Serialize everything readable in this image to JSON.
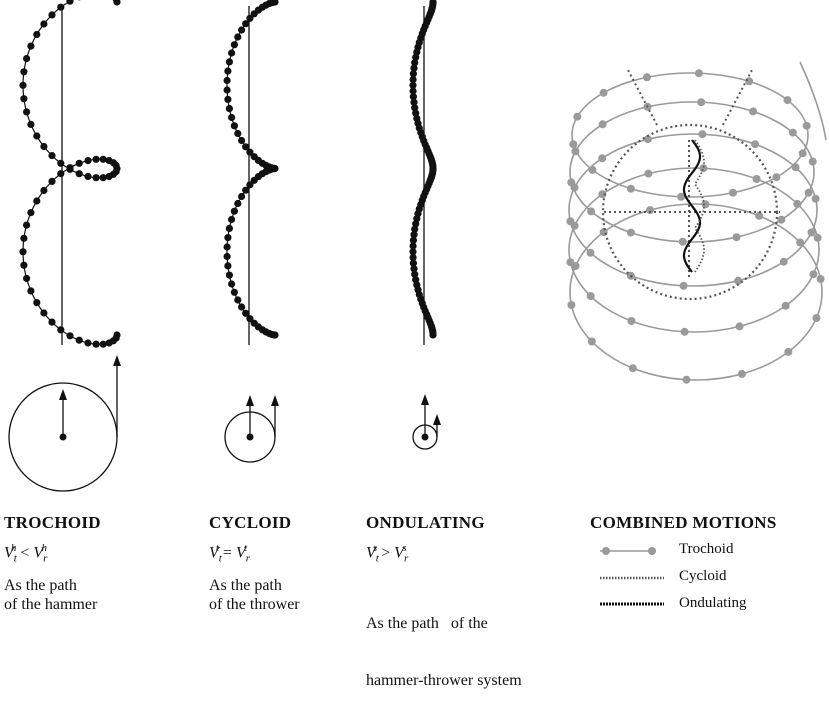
{
  "colors": {
    "ink": "#111111",
    "trochoid_gray": "#9a9a9a",
    "cycloid_dotted": "#555555",
    "ondulating_dark": "#111111"
  },
  "panels": [
    {
      "title": "TROCHOID",
      "formula": {
        "left": "V",
        "left_sub": "t",
        "left_sup": "h",
        "op": "<",
        "right": "V",
        "right_sub": "r",
        "right_sup": "h"
      },
      "desc_line1": "As the path",
      "desc_line2": "of the hammer"
    },
    {
      "title": "CYCLOID",
      "formula": {
        "left": "V",
        "left_sub": "t",
        "left_sup": "t",
        "op": "=",
        "right": "V",
        "right_sub": "r",
        "right_sup": "t"
      },
      "desc_line1": "As the path",
      "desc_line2": "of the thrower"
    },
    {
      "title": "ONDULATING",
      "formula": {
        "left": "V",
        "left_sub": "t",
        "left_sup": "s",
        "op": ">",
        "right": "V",
        "right_sub": "r",
        "right_sup": "s"
      },
      "desc_line1": "As the path   of the",
      "desc_line2": "hammer-thrower system"
    }
  ],
  "combined": {
    "title": "COMBINED MOTIONS",
    "legend": [
      {
        "label": "Trochoid",
        "icon": "gray-line-with-dots-icon"
      },
      {
        "label": "Cycloid",
        "icon": "dotted-line-icon"
      },
      {
        "label": "Ondulating",
        "icon": "dark-beaded-line-icon"
      }
    ]
  }
}
